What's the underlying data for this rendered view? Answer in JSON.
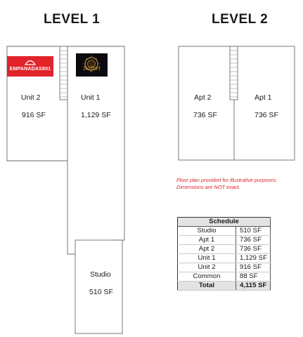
{
  "level1": {
    "title": "LEVEL 1",
    "rooms": [
      {
        "label": "Unit 2",
        "area": "916 SF"
      },
      {
        "label": "Unit 1",
        "area": "1,129 SF"
      },
      {
        "label": "Studio",
        "area": "510 SF"
      }
    ],
    "logos": [
      {
        "text": "EMPANADAS801",
        "icon": "empanada-icon",
        "bg": "#e0242a"
      },
      {
        "text": "Safari",
        "icon": "sun-face-icon",
        "bg": "#0c0a10",
        "accent": "#d8a73a"
      }
    ]
  },
  "level2": {
    "title": "LEVEL 2",
    "rooms": [
      {
        "label": "Apt 2",
        "area": "736 SF"
      },
      {
        "label": "Apt 1",
        "area": "736 SF"
      }
    ]
  },
  "note": {
    "line1": "Floor plan provided for illustrative purposes.",
    "line2": "Dimensions are NOT exact.",
    "color": "#d8262c"
  },
  "schedule": {
    "title": "Schedule",
    "rows": [
      {
        "name": "Studio",
        "area": "510 SF"
      },
      {
        "name": "Apt 1",
        "area": "736 SF"
      },
      {
        "name": "Apt 2",
        "area": "736 SF"
      },
      {
        "name": "Unit 1",
        "area": "1,129 SF"
      },
      {
        "name": "Unit 2",
        "area": "916 SF"
      },
      {
        "name": "Common",
        "area": "88 SF"
      }
    ],
    "total": {
      "name": "Total",
      "area": "4,115 SF"
    }
  }
}
